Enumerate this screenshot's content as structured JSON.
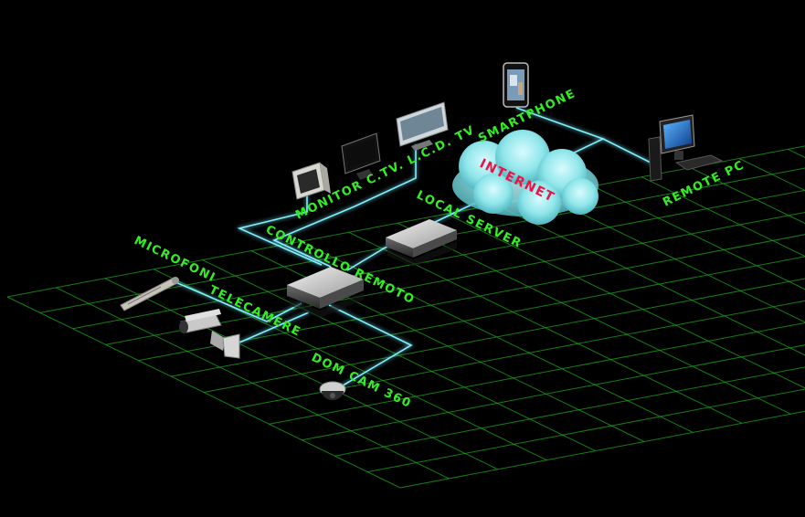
{
  "colors": {
    "background": "#000000",
    "grid": "#1aa81a",
    "cable": "#7ff0ff",
    "label": "#33ee22",
    "internet_label": "#ee1144",
    "cloud": "#8fe6ea"
  },
  "labels": {
    "smartphone": "SMARTPHONE",
    "remote_pc": "REMOTE PC",
    "internet": "INTERNET",
    "monitor": "MONITOR C.TV. L.C.D. TV",
    "local_server": "LOCAL SERVER",
    "controllo_remoto": "CONTROLLO REMOTO",
    "microfoni": "MICROFONI",
    "telecamere": "TELECAMERE",
    "dom_cam": "DOM CAM 360"
  },
  "devices": [
    {
      "name": "smartphone",
      "icon": "smartphone-icon"
    },
    {
      "name": "remote-pc",
      "icon": "desktop-pc-icon"
    },
    {
      "name": "crt-monitor",
      "icon": "crt-monitor-icon"
    },
    {
      "name": "lcd-monitor",
      "icon": "lcd-monitor-icon"
    },
    {
      "name": "flat-tv",
      "icon": "flat-tv-icon"
    },
    {
      "name": "local-server",
      "icon": "server-box-icon"
    },
    {
      "name": "remote-controller",
      "icon": "dvr-box-icon"
    },
    {
      "name": "microphone",
      "icon": "microphone-icon"
    },
    {
      "name": "bullet-camera",
      "icon": "security-camera-icon"
    },
    {
      "name": "dome-camera",
      "icon": "dome-camera-icon"
    },
    {
      "name": "internet-cloud",
      "icon": "cloud-icon"
    }
  ]
}
